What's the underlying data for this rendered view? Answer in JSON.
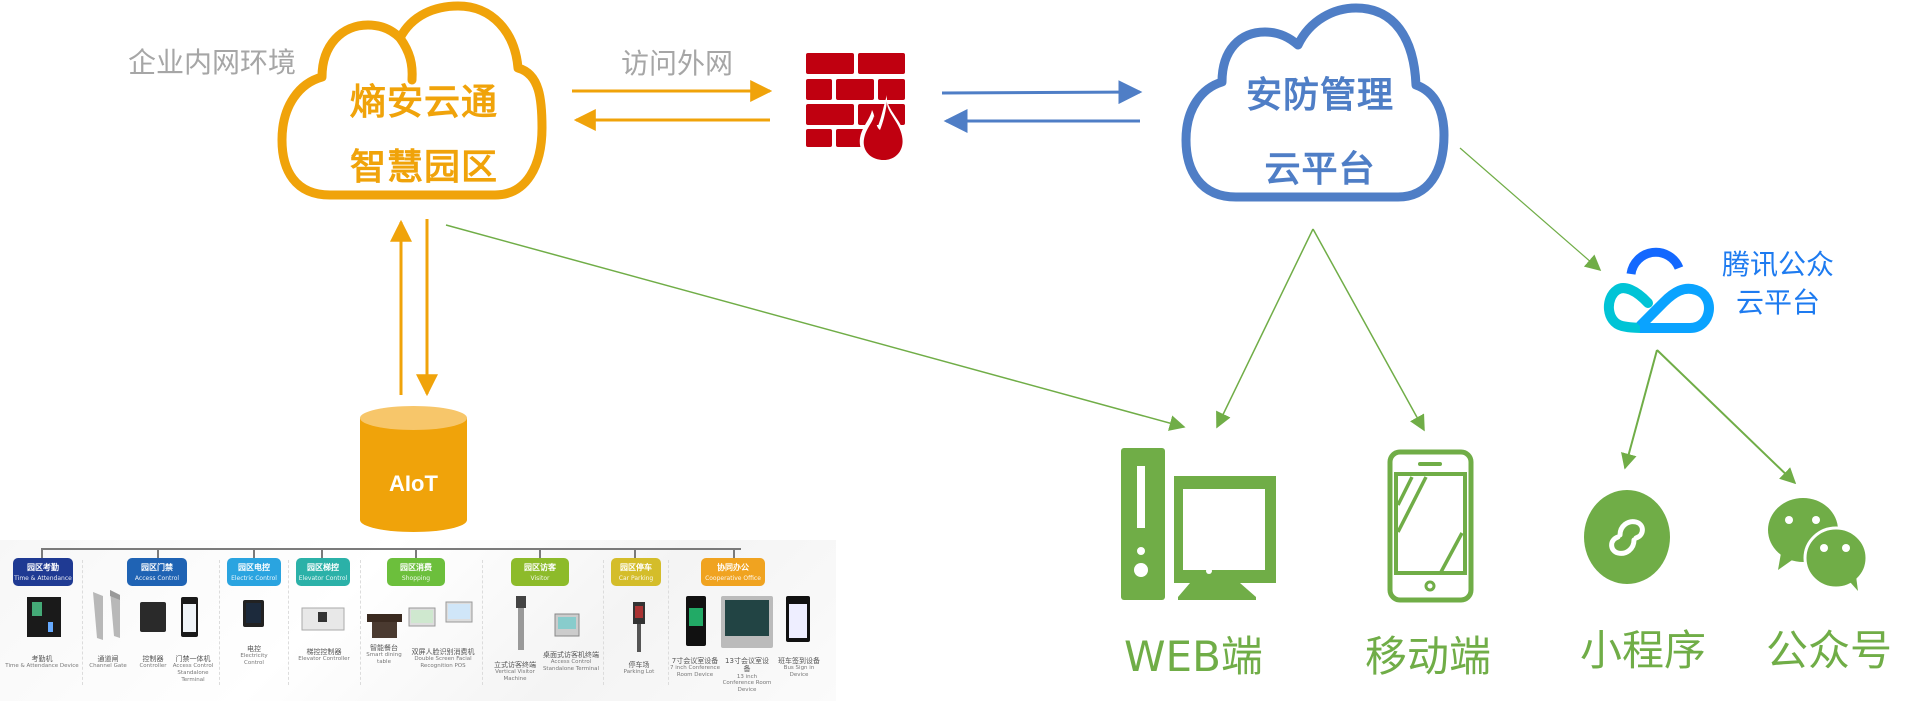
{
  "labels": {
    "intranet": "企业内网环境",
    "access_external": "访问外网"
  },
  "left_cloud": {
    "line1": "熵安云通",
    "line2": "智慧园区",
    "color": "#f0a30a"
  },
  "right_cloud": {
    "line1": "安防管理",
    "line2": "云平台",
    "color": "#4f7ec6"
  },
  "firewall": {
    "icon": "firewall-icon",
    "color": "#c00010"
  },
  "aiot": {
    "label": "AIoT",
    "color": "#f0a30a"
  },
  "tencent": {
    "line1": "腾讯公众",
    "line2": "云平台",
    "icon": "tencent-cloud-icon"
  },
  "endpoints": [
    {
      "id": "web",
      "label": "WEB端",
      "icon": "desktop-computer-icon"
    },
    {
      "id": "mobile",
      "label": "移动端",
      "icon": "mobile-phone-icon"
    },
    {
      "id": "miniprogram",
      "label": "小程序",
      "icon": "mini-program-icon"
    },
    {
      "id": "official",
      "label": "公众号",
      "icon": "wechat-icon"
    }
  ],
  "colors": {
    "orange": "#f0a30a",
    "blue": "#4f7ec6",
    "green": "#70ad47",
    "red": "#c00010",
    "gray_text": "#a6a6a6"
  },
  "devices": {
    "categories": [
      {
        "zh": "园区考勤",
        "en": "Time & Attendance",
        "color": "#1f3a93"
      },
      {
        "zh": "园区门禁",
        "en": "Access Control",
        "color": "#1f63b4"
      },
      {
        "zh": "园区电控",
        "en": "Electric Control",
        "color": "#2aa4e0"
      },
      {
        "zh": "园区梯控",
        "en": "Elevator Control",
        "color": "#2bb1a8"
      },
      {
        "zh": "园区消费",
        "en": "Shopping",
        "color": "#6cbf3c"
      },
      {
        "zh": "园区访客",
        "en": "Visitor",
        "color": "#8dbb2a"
      },
      {
        "zh": "园区停车",
        "en": "Car Parking",
        "color": "#d4bd2a"
      },
      {
        "zh": "协同办公",
        "en": "Cooperative Office",
        "color": "#f0a320"
      }
    ],
    "items": [
      {
        "zh": "考勤机",
        "en": "Time & Attendance Device"
      },
      {
        "zh": "通道闸",
        "en": "Channel Gate"
      },
      {
        "zh": "控制器",
        "en": "Controller"
      },
      {
        "zh": "门禁一体机",
        "en": "Access Control Standalone Terminal"
      },
      {
        "zh": "电控",
        "en": "Electricity Control"
      },
      {
        "zh": "梯控控制器",
        "en": "Elevator Controller"
      },
      {
        "zh": "智能餐台",
        "en": "Smart dining table"
      },
      {
        "zh": "双屏人脸识别消费机",
        "en": "Double Screen Facial Recognition POS"
      },
      {
        "zh": "立式访客终端",
        "en": "Vertical Visitor Machine"
      },
      {
        "zh": "桌面式访客机终端",
        "en": "Access Control Standalone Terminal"
      },
      {
        "zh": "停车场",
        "en": "Parking Lot"
      },
      {
        "zh": "7寸会议室设备",
        "en": "7 inch Conference Room Device"
      },
      {
        "zh": "13寸会议室设备",
        "en": "13 inch Conference Room Device"
      },
      {
        "zh": "班车签到设备",
        "en": "Bus Sign in Device"
      }
    ]
  }
}
